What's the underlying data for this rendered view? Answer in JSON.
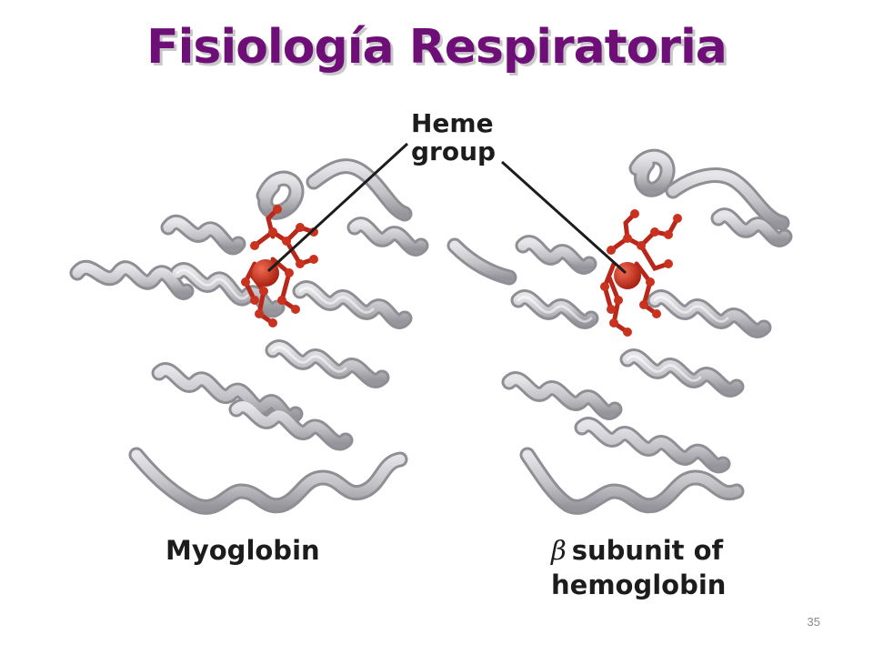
{
  "slide": {
    "title": "Fisiología Respiratoria",
    "page_number": "35"
  },
  "figure": {
    "callout_line1": "Heme",
    "callout_line2": "group",
    "left_caption": "Myoglobin",
    "right_caption_symbol": "β",
    "right_caption_line1": "subunit of",
    "right_caption_line2": "hemoglobin",
    "colors": {
      "title": "#6e0f78",
      "ribbon": "#c9c9cc",
      "ribbon_shadow": "#8e8e94",
      "heme": "#c8321e"
    },
    "icons": [
      "myoglobin-ribbon-structure",
      "hemoglobin-beta-ribbon-structure",
      "heme-group-molecule"
    ]
  }
}
